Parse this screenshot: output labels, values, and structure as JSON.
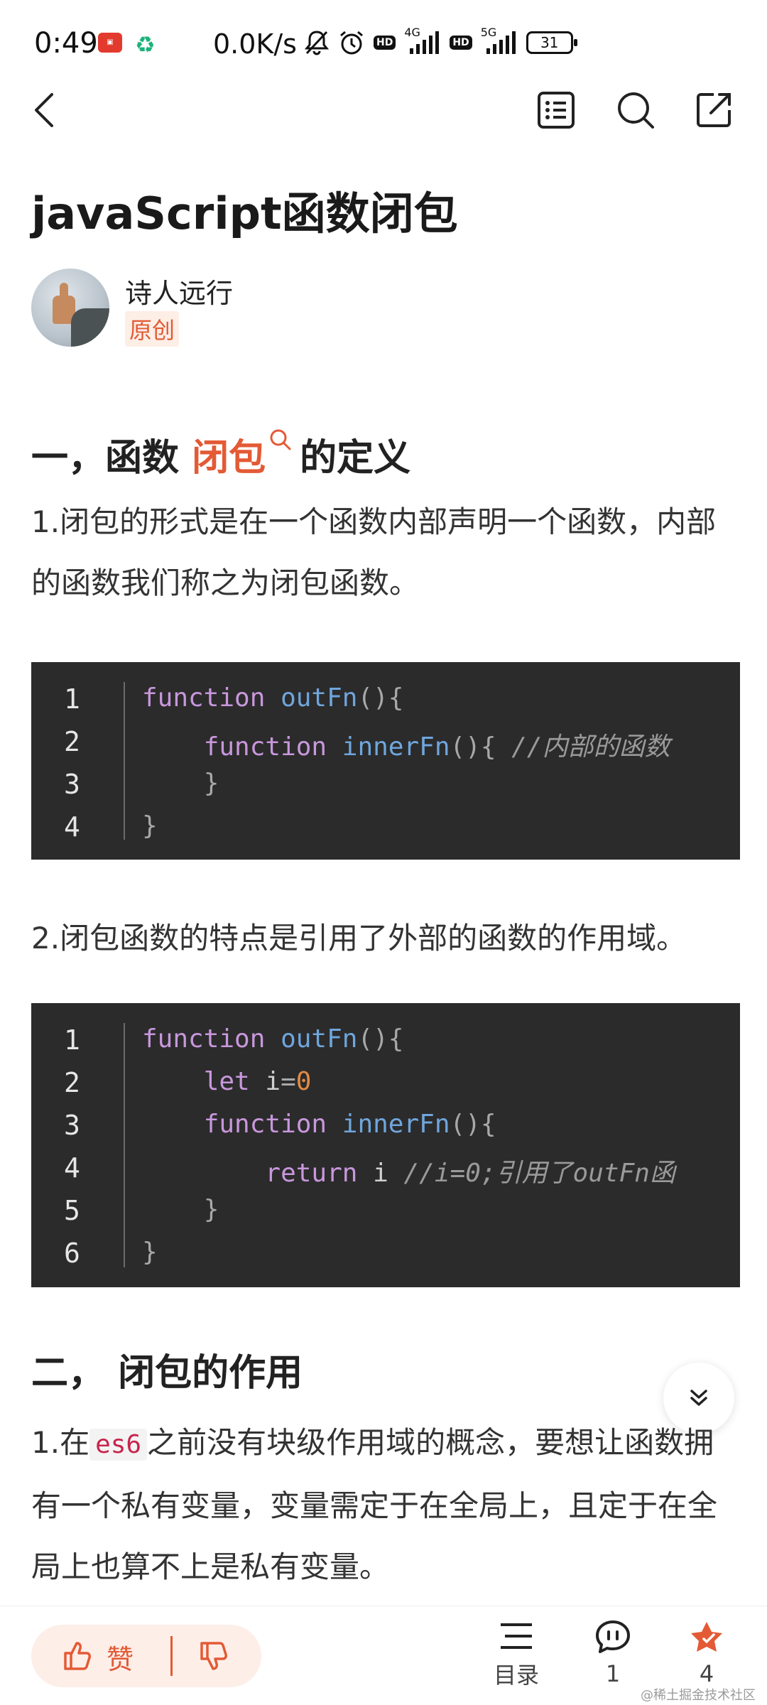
{
  "status_bar": {
    "time": "0:49",
    "net_speed": "0.0K/s",
    "network_1": "4G",
    "network_2": "5G",
    "hd_label": "HD",
    "battery": "31"
  },
  "article": {
    "title": "javaScript函数闭包",
    "author": "诗人远行",
    "tag": "原创",
    "section1": {
      "prefix": "一，函数 ",
      "highlight": "闭包",
      "suffix": "的定义"
    },
    "para1": "1.闭包的形式是在一个函数内部声明一个函数，内部的函数我们称之为闭包函数。",
    "para2": "2.闭包函数的特点是引用了外部的函数的作用域。",
    "section2": "二， 闭包的作用",
    "para3_before": "1.在",
    "para3_code": "es6",
    "para3_after": "之前没有块级作用域的概念，要想让函数拥有一个私有变量，变量需定于在全局上，且定于在全局上也算不上是私有变量。"
  },
  "code1": {
    "line_numbers": [
      "1",
      "2",
      "3",
      "4"
    ],
    "tokens": {
      "l1_kw": "function",
      "l1_fn": "outFn",
      "l1_p": "(){",
      "l2_kw": "function",
      "l2_fn": "innerFn",
      "l2_p": "(){",
      "l2_cm": "//内部的函数",
      "l3_p": "}",
      "l4_p": "}"
    }
  },
  "code2": {
    "line_numbers": [
      "1",
      "2",
      "3",
      "4",
      "5",
      "6"
    ],
    "tokens": {
      "l1_kw": "function",
      "l1_fn": "outFn",
      "l1_p": "(){",
      "l2_kw": "let",
      "l2_var": "i",
      "l2_eq": "=",
      "l2_num": "0",
      "l3_kw": "function",
      "l3_fn": "innerFn",
      "l3_p": "(){",
      "l4_kw": "return",
      "l4_var": "i",
      "l4_cm": "//i=0;引用了outFn函",
      "l5_p": "}",
      "l6_p": "}"
    }
  },
  "bottom_bar": {
    "like_label": "赞",
    "toc_label": "目录",
    "comment_count": "1",
    "collect_count": "4"
  },
  "watermark": "@稀土掘金技术社区",
  "icons": {
    "back": "chevron-left-icon",
    "toc": "list-icon",
    "search": "search-icon",
    "share": "share-icon",
    "scroll_down": "double-chevron-down-icon",
    "like": "thumb-up-icon",
    "dislike": "thumb-down-icon",
    "comment": "comment-icon",
    "collect": "star-icon"
  },
  "colors": {
    "accent": "#e35a35",
    "code_bg": "#2b2b2b",
    "keyword": "#c897dd",
    "function": "#6fa6dd",
    "number": "#e28b45"
  }
}
